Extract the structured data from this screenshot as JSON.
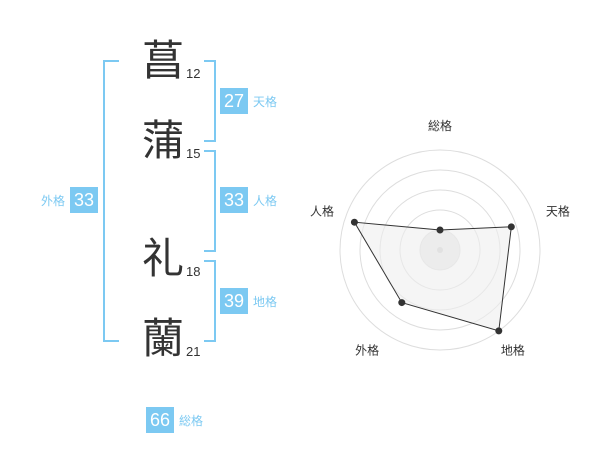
{
  "name": {
    "chars": [
      {
        "kanji": "菖",
        "strokes": "12"
      },
      {
        "kanji": "蒲",
        "strokes": "15"
      },
      {
        "kanji": "礼",
        "strokes": "18"
      },
      {
        "kanji": "蘭",
        "strokes": "21"
      }
    ]
  },
  "fortune": {
    "tenkaku": {
      "value": "27",
      "label": "天格"
    },
    "jinkaku": {
      "value": "33",
      "label": "人格"
    },
    "chikaku": {
      "value": "39",
      "label": "地格"
    },
    "gaikaku": {
      "value": "33",
      "label": "外格"
    },
    "soukaku": {
      "value": "66",
      "label": "総格"
    }
  },
  "chart_data": {
    "type": "radar",
    "axes": [
      "総格",
      "天格",
      "地格",
      "外格",
      "人格"
    ],
    "values": [
      0.2,
      0.75,
      1.0,
      0.65,
      0.9
    ],
    "range": [
      0,
      1
    ],
    "rings": 5,
    "colors": {
      "line": "#333333",
      "fill": "#eeeeee",
      "ring": "#dddddd"
    }
  }
}
